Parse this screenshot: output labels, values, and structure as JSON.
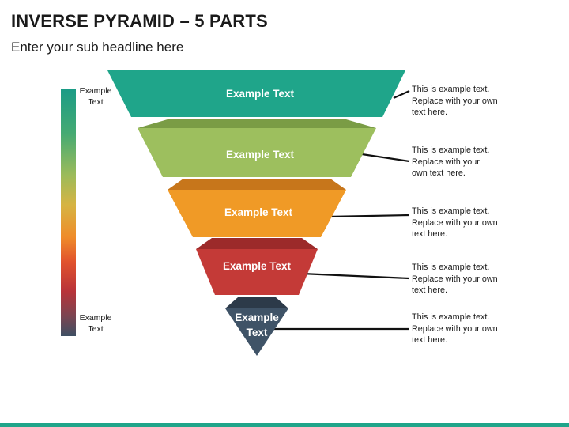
{
  "header": {
    "title": "INVERSE PYRAMID – 5 PARTS",
    "subtitle": "Enter your sub headline here"
  },
  "scale": {
    "top_label": "Example\nText",
    "bottom_label": "Example\nText"
  },
  "pyramid": {
    "levels": [
      {
        "label": "Example Text",
        "color": "#1fa58a",
        "description": "This is example text.\nReplace with your own\ntext here."
      },
      {
        "label": "Example Text",
        "color": "#9dbf5e",
        "description": "This is example text.\nReplace with your\nown text here."
      },
      {
        "label": "Example Text",
        "color": "#f09a26",
        "description": "This is example text.\nReplace with your own\ntext here."
      },
      {
        "label": "Example Text",
        "color": "#c43a37",
        "description": "This is example text.\nReplace with your own\ntext here."
      },
      {
        "label": "Example\nText",
        "color": "#3f5367",
        "description": "This is example text.\nReplace with your own\ntext here."
      }
    ]
  },
  "footer": {
    "color": "#1fa58a"
  }
}
